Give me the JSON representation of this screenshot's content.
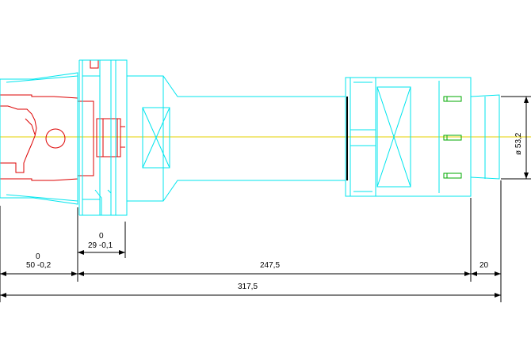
{
  "colors": {
    "background": "#ffffff",
    "cyan": "#00e5ee",
    "red": "#dd0000",
    "yellow": "#e6d200",
    "green": "#00aa00",
    "dimension": "#000000"
  },
  "dimensions": {
    "shank_tol_upper": "0",
    "shank_length": "50 -0,2",
    "flange_tol_upper": "0",
    "flange_length": "29 -0,1",
    "body_length": "247,5",
    "nose_length": "20",
    "total_length": "317,5",
    "diameter": "ø 53,2"
  }
}
